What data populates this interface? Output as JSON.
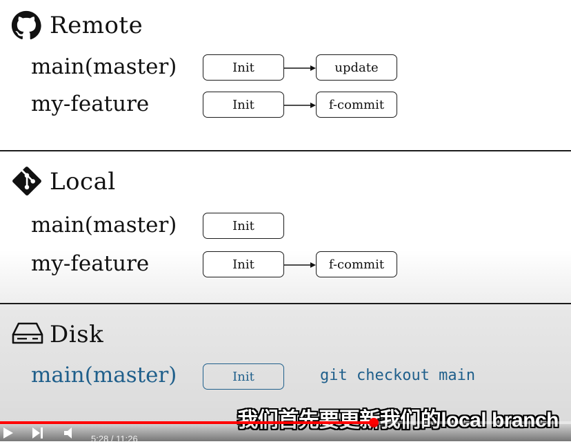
{
  "remote": {
    "title": "Remote",
    "icon": "github-icon",
    "branches": [
      {
        "name": "main(master)",
        "commits": [
          "Init",
          "update"
        ]
      },
      {
        "name": "my-feature",
        "commits": [
          "Init",
          "f-commit"
        ]
      }
    ]
  },
  "local": {
    "title": "Local",
    "icon": "git-icon",
    "branches": [
      {
        "name": "main(master)",
        "commits": [
          "Init"
        ]
      },
      {
        "name": "my-feature",
        "commits": [
          "Init",
          "f-commit"
        ]
      }
    ]
  },
  "disk": {
    "title": "Disk",
    "icon": "disk-drive-icon",
    "branch": {
      "name": "main(master)",
      "commits": [
        "Init"
      ]
    },
    "command": "git checkout main"
  },
  "player": {
    "subtitle": "我们首先要更新我们的local branch",
    "time": "5:28 / 11:26",
    "progress_fraction": 0.654,
    "accent_color": "#ff0000"
  },
  "colors": {
    "highlight": "#1f5f8b"
  }
}
